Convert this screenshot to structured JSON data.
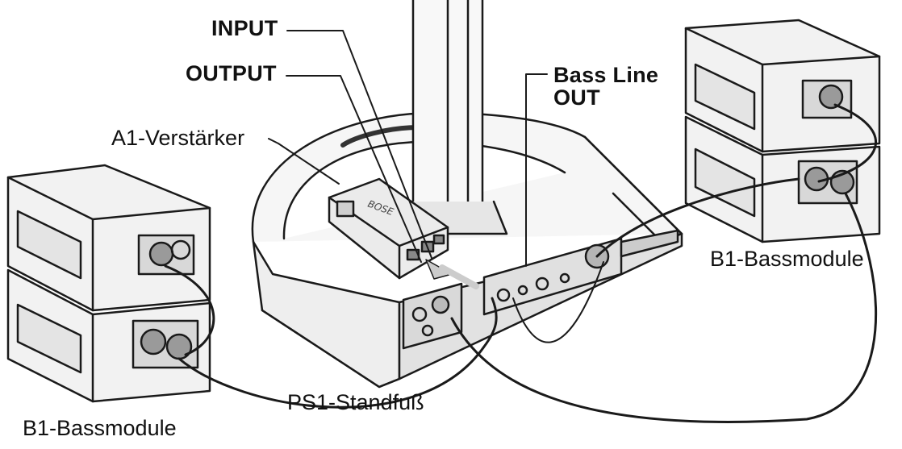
{
  "labels": {
    "input": "INPUT",
    "output": "OUTPUT",
    "bass_line_line1": "Bass Line",
    "bass_line_line2": "OUT",
    "amplifier": "A1-Verstärker",
    "bass_module_right": "B1-Bassmodule",
    "stand": "PS1-Standfuß",
    "bass_module_left": "B1-Bassmodule"
  },
  "colors": {
    "line": "#1a1a1a",
    "fill_light": "#f4f4f4",
    "fill_mid": "#dcdcdc",
    "fill_dark": "#9a9a9a",
    "background": "#ffffff"
  }
}
